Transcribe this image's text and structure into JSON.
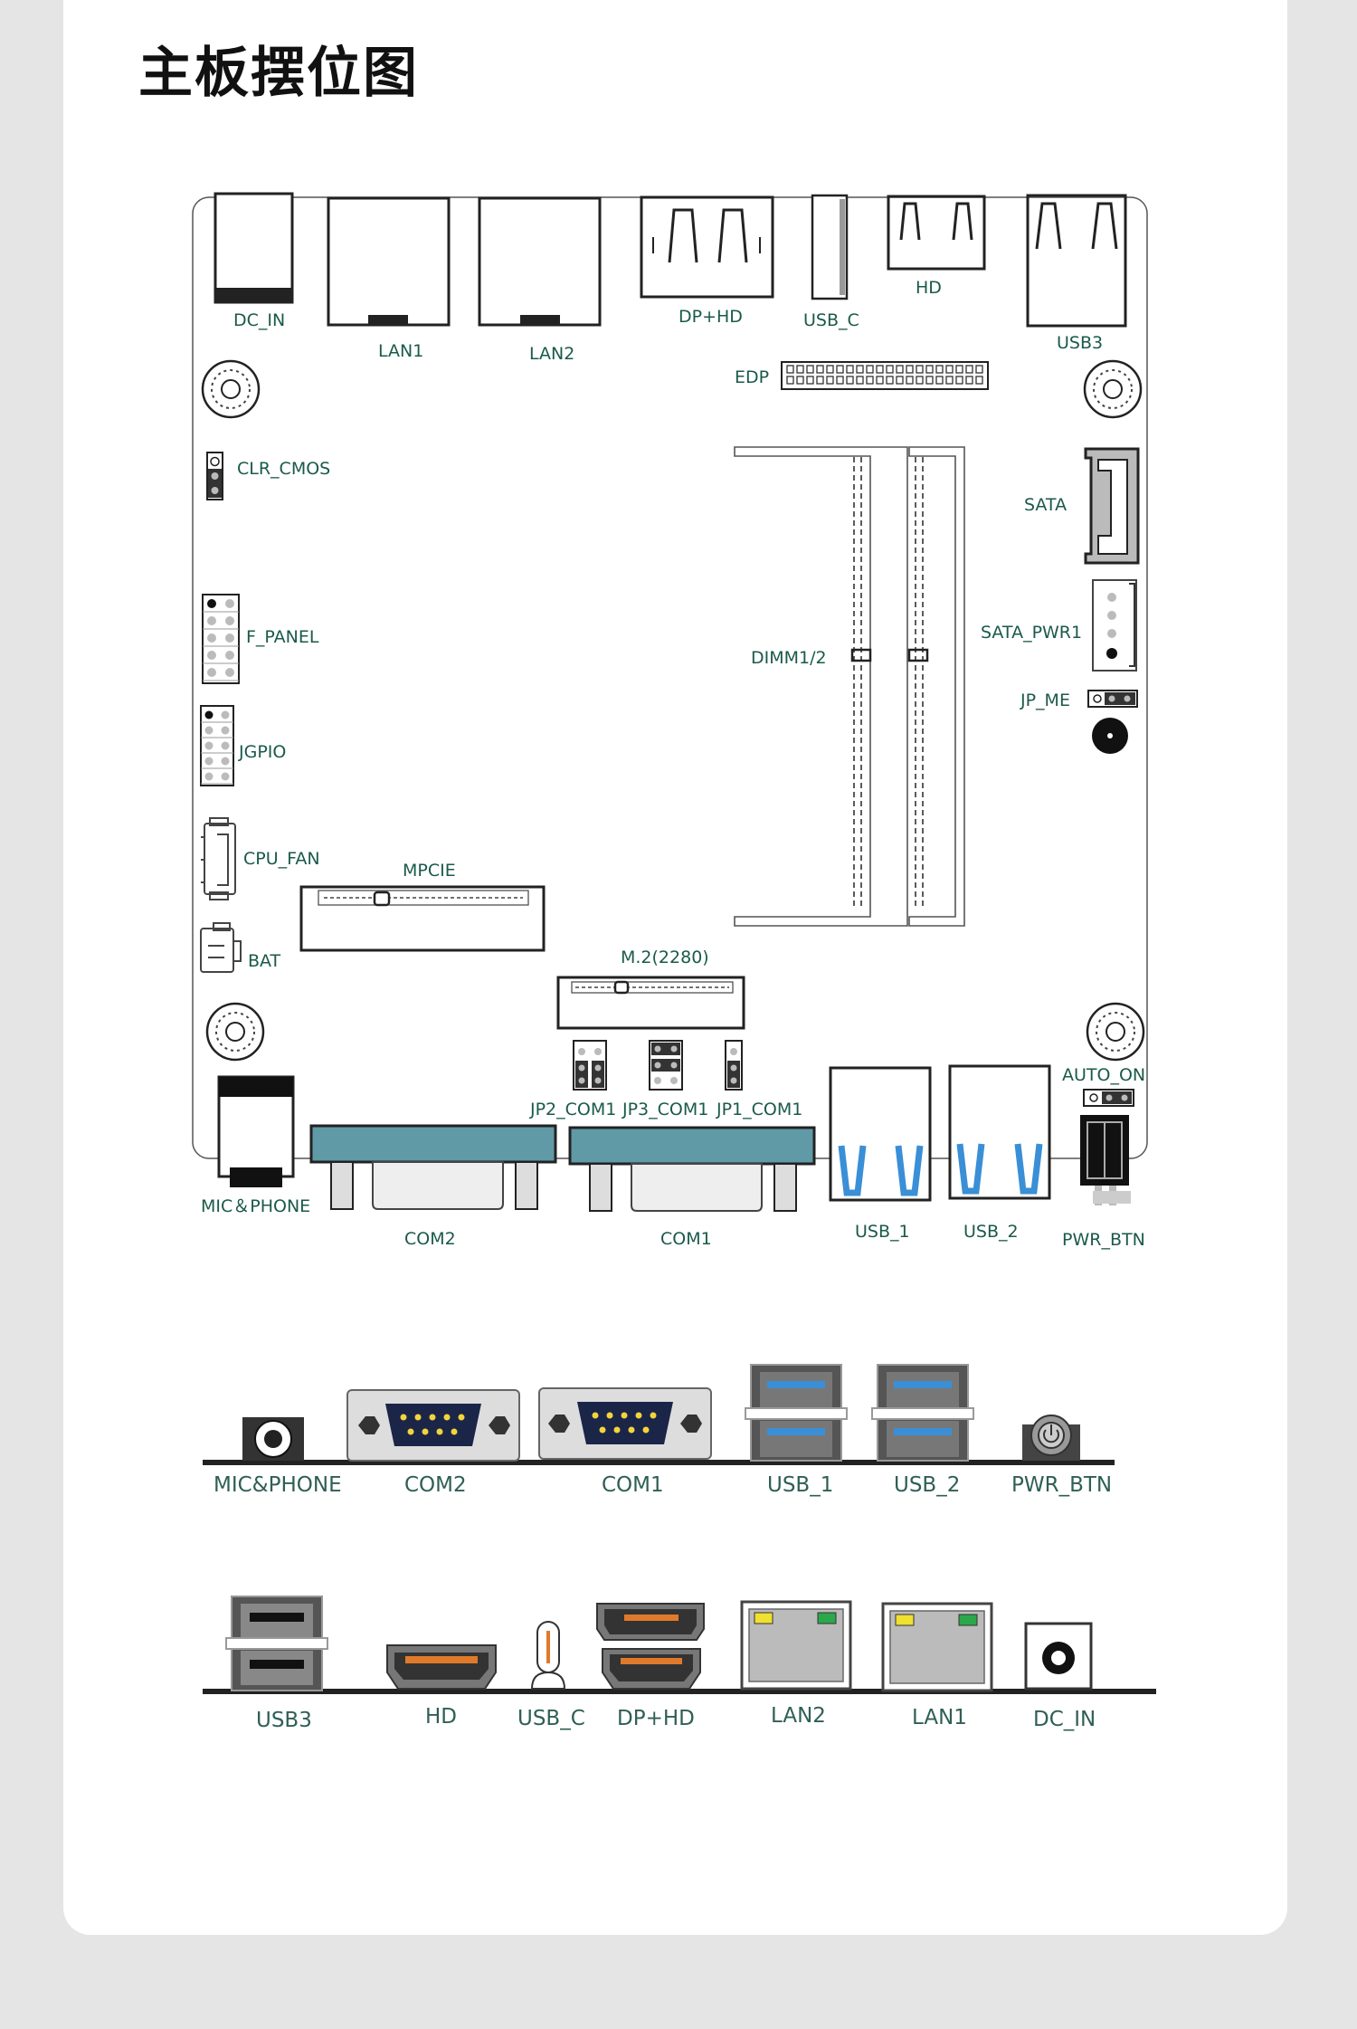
{
  "page": {
    "title": "主板摆位图"
  },
  "board_labels": {
    "dc_in": "DC_IN",
    "lan1": "LAN1",
    "lan2": "LAN2",
    "dp_hd": "DP+HD",
    "usb_c": "USB_C",
    "hd": "HD",
    "usb3": "USB3",
    "edp": "EDP",
    "clr_cmos": "CLR_CMOS",
    "sata": "SATA",
    "f_panel": "F_PANEL",
    "sata_pwr1": "SATA_PWR1",
    "dimm": "DIMM1/2",
    "jp_me": "JP_ME",
    "jgpio": "JGPIO",
    "cpu_fan": "CPU_FAN",
    "mpcie": "MPCIE",
    "bat": "BAT",
    "m2": "M.2(2280)",
    "auto_on": "AUTO_ON",
    "jp2_com1": "JP2_COM1",
    "jp3_com1": "JP3_COM1",
    "jp1_com1": "JP1_COM1",
    "mic_phone": "MIC＆PHONE",
    "com2": "COM2",
    "com1": "COM1",
    "usb_1": "USB_1",
    "usb_2": "USB_2",
    "pwr_btn": "PWR_BTN"
  },
  "front_panel": {
    "mic_phone": "MIC&PHONE",
    "com2": "COM2",
    "com1": "COM1",
    "usb_1": "USB_1",
    "usb_2": "USB_2",
    "pwr_btn": "PWR_BTN"
  },
  "rear_panel": {
    "usb3": "USB3",
    "hd": "HD",
    "usb_c": "USB_C",
    "dp_hd": "DP+HD",
    "lan2": "LAN2",
    "lan1": "LAN1",
    "dc_in": "DC_IN"
  },
  "colors": {
    "com_teal": "#5f9aa6",
    "usb_blue": "#3a8fd6",
    "hdmi_orange": "#e07a2a",
    "led_yellow": "#f0e030",
    "led_green": "#2aa84a",
    "label_green": "#1a5a4a"
  }
}
